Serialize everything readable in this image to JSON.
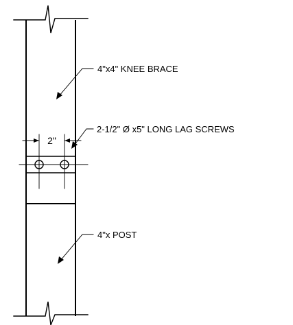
{
  "labels": {
    "knee_brace": "4\"x4\" KNEE BRACE",
    "lag_screws": "2-1/2\" Ø x5\" LONG LAG SCREWS",
    "post": "4\"x POST",
    "dimension": "2\""
  }
}
